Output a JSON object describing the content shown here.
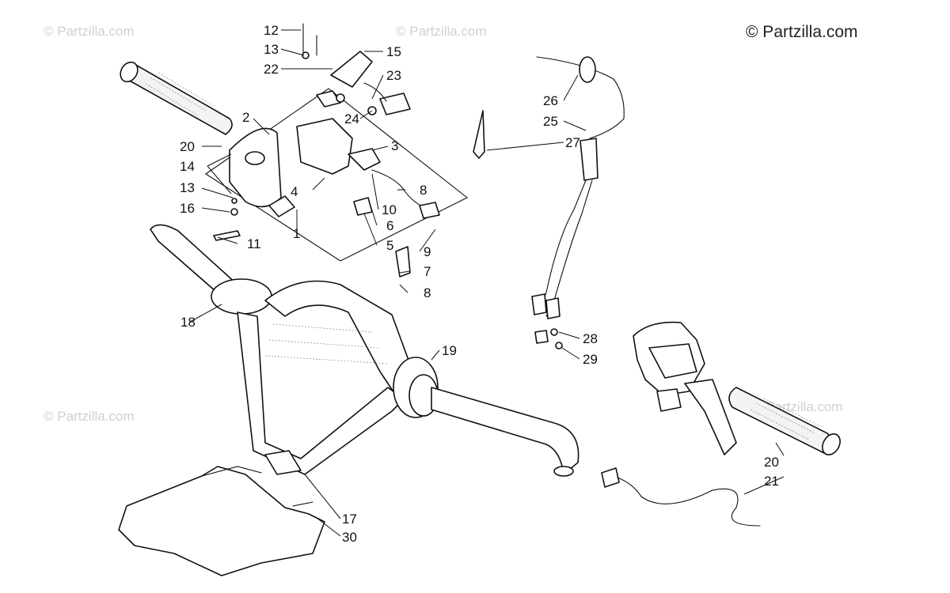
{
  "copyright": "© Partzilla.com",
  "watermark": "© Partzilla.com",
  "callouts": {
    "c1": "1",
    "c2": "2",
    "c3": "3",
    "c4": "4",
    "c5": "5",
    "c6": "6",
    "c7": "7",
    "c8a": "8",
    "c8b": "8",
    "c9": "9",
    "c10": "10",
    "c11": "11",
    "c12": "12",
    "c13a": "13",
    "c13b": "13",
    "c14": "14",
    "c15": "15",
    "c16": "16",
    "c17": "17",
    "c18": "18",
    "c19": "19",
    "c20a": "20",
    "c20b": "20",
    "c21": "21",
    "c22": "22",
    "c23": "23",
    "c24": "24",
    "c25": "25",
    "c26": "26",
    "c27": "27",
    "c28": "28",
    "c29": "29",
    "c30": "30"
  },
  "icons": [
    "handlebar-diagram",
    "hand-grip-icon",
    "throttle-housing-icon",
    "brake-lever-icon",
    "throttle-cable-icon",
    "pad-icon"
  ]
}
